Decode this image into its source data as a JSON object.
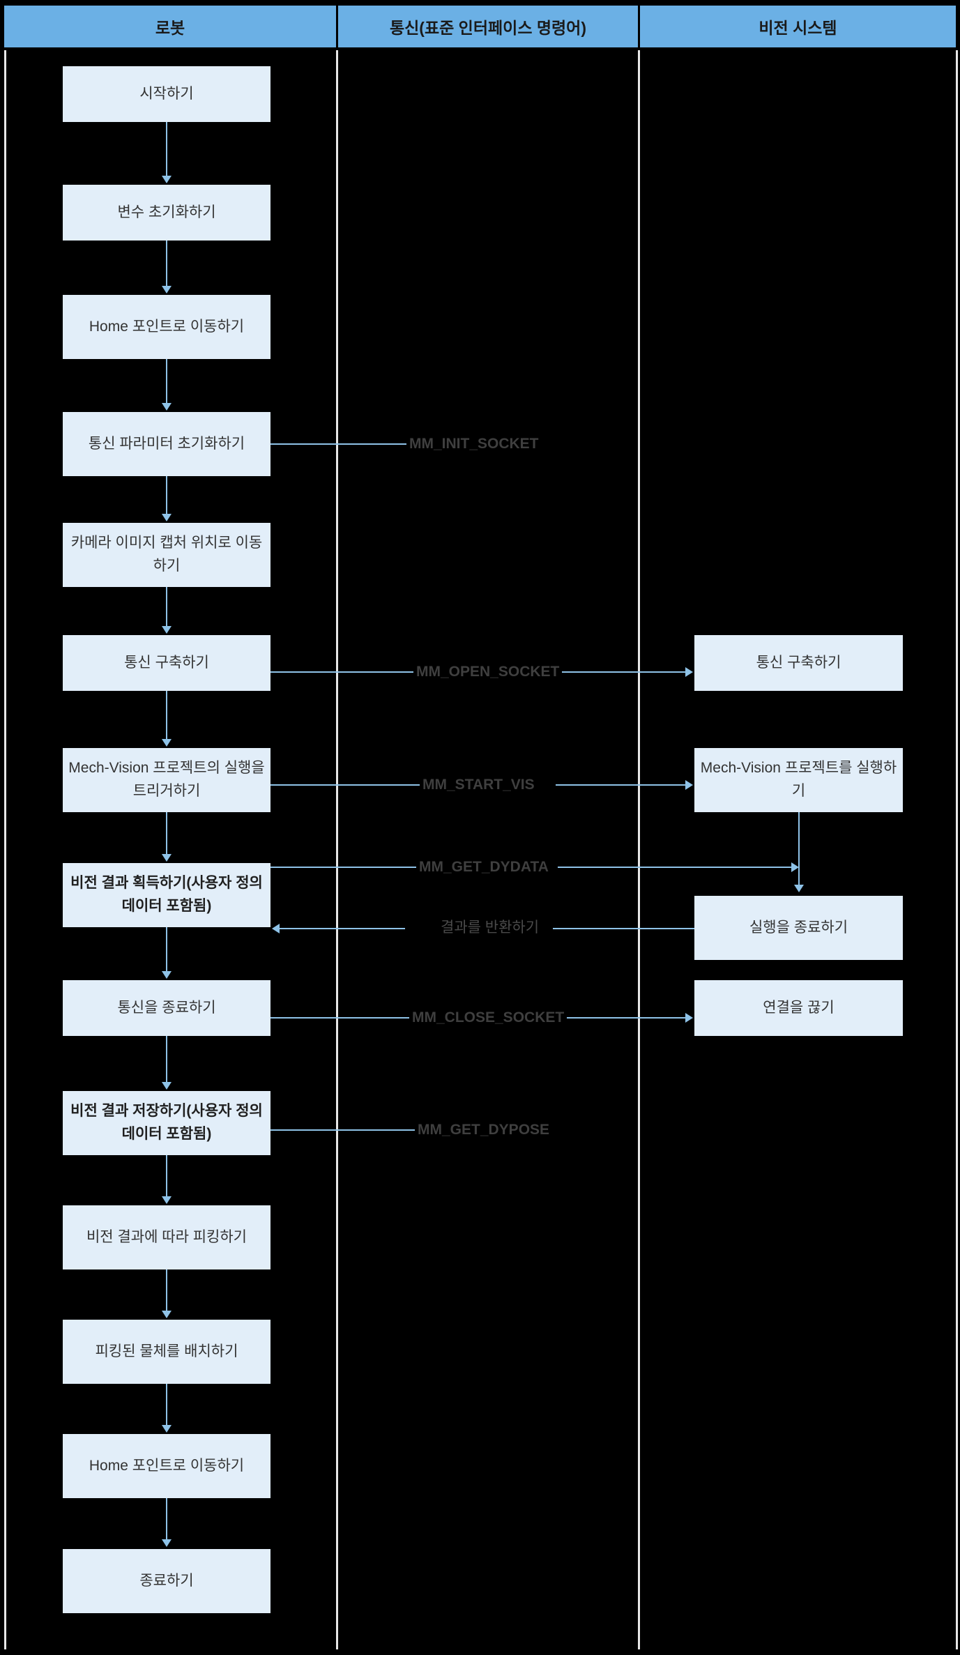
{
  "diagram": {
    "title": "Robot - Communication - Vision System Flowchart",
    "colors": {
      "header_bg": "#6BB0E5",
      "node_bg": "#E2EEF9",
      "connector": "#8FC3E8",
      "divider": "#E8E8E8",
      "canvas": "#000000",
      "text": "#333333"
    },
    "columns": [
      {
        "id": "robot",
        "label": "로봇"
      },
      {
        "id": "communication",
        "label": "통신(표준 인터페이스 명령어)"
      },
      {
        "id": "vision",
        "label": "비전 시스템"
      }
    ]
  },
  "robot_nodes": [
    {
      "id": "start",
      "label": "시작하기",
      "bold": false
    },
    {
      "id": "init-vars",
      "label": "변수 초기화하기",
      "bold": false
    },
    {
      "id": "move-home-1",
      "label": "Home 포인트로 이동하기",
      "bold": false
    },
    {
      "id": "init-comm-params",
      "label": "통신 파라미터 초기화하기",
      "bold": false
    },
    {
      "id": "move-capture-pos",
      "label": "카메라 이미지 캡처 위치로 이동하기",
      "bold": false
    },
    {
      "id": "open-comm",
      "label": "통신 구축하기",
      "bold": false
    },
    {
      "id": "trigger-vision",
      "label": "Mech-Vision 프로젝트의 실행을 트리거하기",
      "bold": false
    },
    {
      "id": "get-result",
      "label": "비전 결과 획득하기(사용자 정의 데이터 포함됨)",
      "bold": true
    },
    {
      "id": "close-comm",
      "label": "통신을 종료하기",
      "bold": false
    },
    {
      "id": "save-result",
      "label": "비전 결과 저장하기(사용자 정의 데이터 포함됨)",
      "bold": true
    },
    {
      "id": "pick",
      "label": "비전 결과에 따라 피킹하기",
      "bold": false
    },
    {
      "id": "place",
      "label": "피킹된 물체를 배치하기",
      "bold": false
    },
    {
      "id": "move-home-2",
      "label": "Home 포인트로 이동하기",
      "bold": false
    },
    {
      "id": "end",
      "label": "종료하기",
      "bold": false
    }
  ],
  "vision_nodes": [
    {
      "id": "vision-open-comm",
      "label": "통신 구축하기"
    },
    {
      "id": "vision-run-project",
      "label": "Mech-Vision 프로젝트를 실행하기"
    },
    {
      "id": "vision-finish-run",
      "label": "실행을 종료하기"
    },
    {
      "id": "vision-disconnect",
      "label": "연결을 끊기"
    }
  ],
  "commands": [
    {
      "id": "mm-init-socket",
      "label": "MM_INIT_SOCKET",
      "bold": true,
      "direction": "none"
    },
    {
      "id": "mm-open-socket",
      "label": "MM_OPEN_SOCKET",
      "bold": true,
      "direction": "right"
    },
    {
      "id": "mm-start-vis",
      "label": "MM_START_VIS",
      "bold": true,
      "direction": "right"
    },
    {
      "id": "mm-get-dydata",
      "label": "MM_GET_DYDATA",
      "bold": true,
      "direction": "right"
    },
    {
      "id": "return-result",
      "label": "결과를 반환하기",
      "bold": false,
      "direction": "left"
    },
    {
      "id": "mm-close-socket",
      "label": "MM_CLOSE_SOCKET",
      "bold": true,
      "direction": "right"
    },
    {
      "id": "mm-get-dypose",
      "label": "MM_GET_DYPOSE",
      "bold": true,
      "direction": "none"
    }
  ]
}
